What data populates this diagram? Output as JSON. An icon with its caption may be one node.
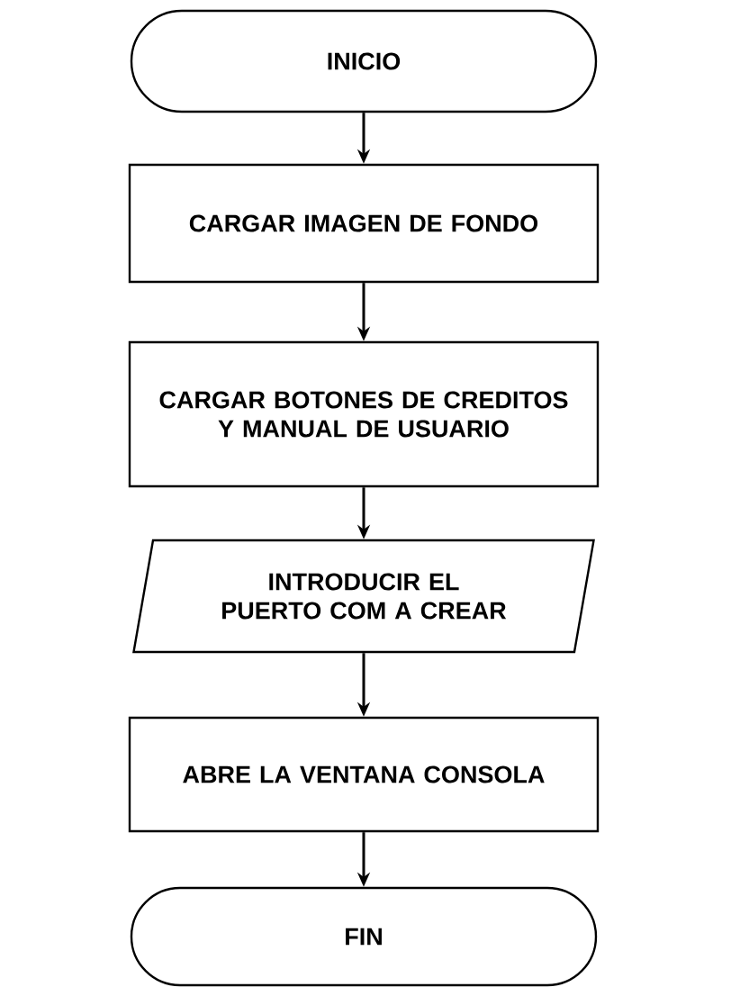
{
  "diagram": {
    "nodes": [
      {
        "text": [
          "INICIO"
        ]
      },
      {
        "text": [
          "CARGAR IMAGEN DE FONDO"
        ]
      },
      {
        "text": [
          "CARGAR BOTONES DE CREDITOS Y MANUAL DE USUARIO"
        ]
      },
      {
        "text": [
          "INTRODUCIR EL PUERTO COM A CREAR"
        ]
      },
      {
        "text": [
          "ABRE LA VENTANA CONSOLA"
        ]
      },
      {
        "text": [
          "FIN"
        ]
      }
    ],
    "edges": [
      {
        "from": 0,
        "to": 1,
        "arrow": "to"
      },
      {
        "from": 1,
        "to": 2,
        "arrow": "to"
      },
      {
        "from": 2,
        "to": 3,
        "arrow": "to"
      },
      {
        "from": 3,
        "to": 4,
        "arrow": "to"
      },
      {
        "from": 4,
        "to": 5,
        "arrow": "to"
      }
    ]
  }
}
